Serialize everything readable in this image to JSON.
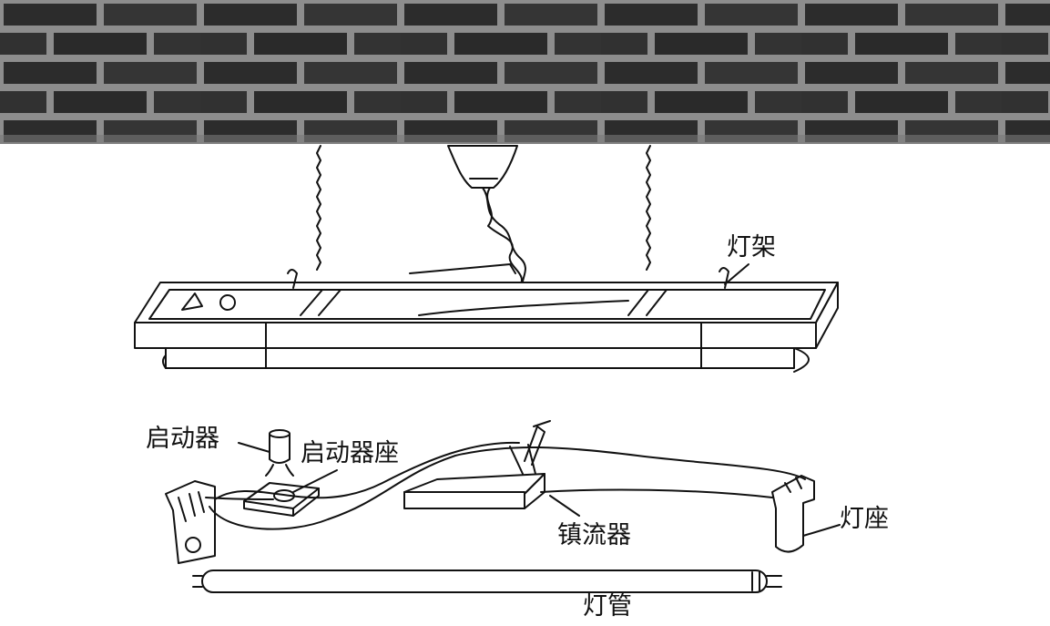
{
  "labels": {
    "fixture": "灯架",
    "starter": "启动器",
    "starter_socket": "启动器座",
    "ballast": "镇流器",
    "lamp_holder": "灯座",
    "lamp_tube": "灯管"
  },
  "colors": {
    "wall_brick": "#2e2e2e",
    "wall_mortar": "#8a8a8a",
    "line": "#111111",
    "fill": "#ffffff"
  }
}
